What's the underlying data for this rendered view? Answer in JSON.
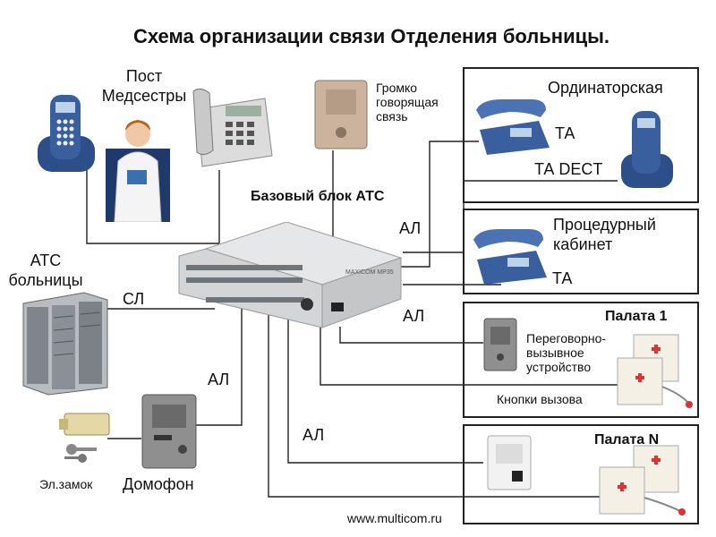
{
  "title": "Схема организации связи Отделения больницы.",
  "nurse_post": {
    "line1": "Пост",
    "line2": "Медсестры"
  },
  "loudspeaker": {
    "line1": "Громко",
    "line2": "говорящая",
    "line3": "связь"
  },
  "base_unit": {
    "label": "Базовый блок АТС",
    "brand": "MAXICOM MP35"
  },
  "ordinatorskaya": {
    "title": "Ординаторская",
    "ta": "ТА",
    "ta_dect": "ТА DECT"
  },
  "procedure": {
    "line1": "Процедурный",
    "line2": "кабинет",
    "ta": "ТА"
  },
  "ward1": {
    "title": "Палата 1",
    "intercom_line1": "Переговорно-",
    "intercom_line2": "вызывное",
    "intercom_line3": "устройство",
    "buttons": "Кнопки вызова"
  },
  "wardN": {
    "title": "Палата N"
  },
  "hospital_pbx": {
    "line1": "АТС",
    "line2": "больницы"
  },
  "line_labels": {
    "sl": "СЛ",
    "al_1": "АЛ",
    "al_2": "АЛ",
    "al_3": "АЛ",
    "al_4": "АЛ"
  },
  "lock": "Эл.замок",
  "door_phone": "Домофон",
  "website": "www.multicom.ru",
  "colors": {
    "phone_blue": "#3a5f9e",
    "device_gray": "#d9dbdc",
    "rack_gray": "#8a9096",
    "plate_beige": "#cbb39d"
  }
}
